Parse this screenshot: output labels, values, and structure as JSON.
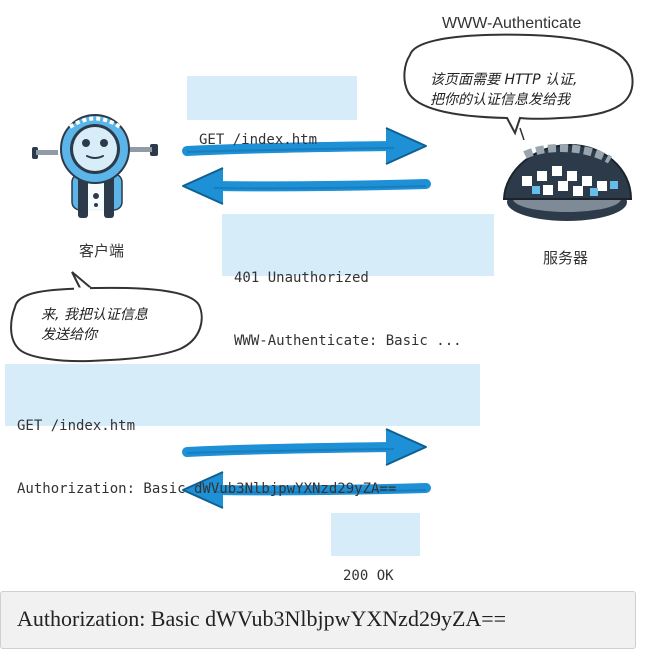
{
  "header": {
    "server_response_header": "WWW-Authenticate"
  },
  "diagram": {
    "messages": [
      {
        "lines": [
          "GET /index.htm"
        ]
      },
      {
        "lines": [
          "401 Unauthorized",
          "WWW-Authenticate: Basic ..."
        ]
      },
      {
        "lines": [
          "GET /index.htm",
          "Authorization: Basic dWVub3NlbjpwYXNzd29yZA=="
        ]
      },
      {
        "lines": [
          "200 OK"
        ]
      }
    ],
    "speech": {
      "server_line_1": "该页面需要 HTTP 认证,",
      "server_line_2": "把你的认证信息发给我",
      "client_line_1": "来, 我把认证信息",
      "client_line_2": "发送给你"
    },
    "labels": {
      "client": "客户端",
      "server": "服务器"
    }
  },
  "footer": {
    "header_text": "Authorization: Basic dWVub3NlbjpwYXNzd29yZA=="
  },
  "colors": {
    "arrow": "#1e90d6",
    "arrow_dark": "#0f5f93",
    "message_bg": "#d7ecf9",
    "bubble_stroke": "#333333",
    "robot_blue": "#5bb5e8",
    "robot_dark": "#2d3a4a"
  }
}
